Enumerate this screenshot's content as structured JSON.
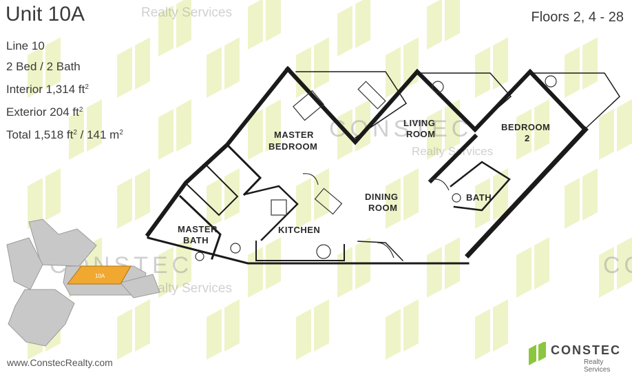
{
  "header": {
    "unit_title": "Unit 10A",
    "floors": "Floors 2, 4 - 28"
  },
  "specs": {
    "line": "Line 10",
    "beds_baths": "2 Bed / 2 Bath",
    "interior": "Interior 1,314 ft",
    "exterior": "Exterior 204 ft",
    "total_a": "Total 1,518 ft",
    "total_b": " / 141 m",
    "sup": "2"
  },
  "rooms": {
    "master_bedroom_1": "MASTER",
    "master_bedroom_2": "BEDROOM",
    "living_1": "LIVING",
    "living_2": "ROOM",
    "bedroom_1": "BEDROOM",
    "bedroom_2": "2",
    "dining_1": "DINING",
    "dining_2": "ROOM",
    "kitchen": "KITCHEN",
    "master_bath_1": "MASTER",
    "master_bath_2": "BATH",
    "bath": "BATH"
  },
  "key_plan": {
    "unit_tag": "10A",
    "highlight_color": "#f0a830"
  },
  "watermarks": {
    "realty_services": "Realty Services",
    "constec": "CONSTEC"
  },
  "footer": {
    "website": "www.ConstecRealty.com",
    "brand_name": "CONSTEC",
    "brand_sub": "Realty Services",
    "brand_color": "#8cc63f"
  }
}
